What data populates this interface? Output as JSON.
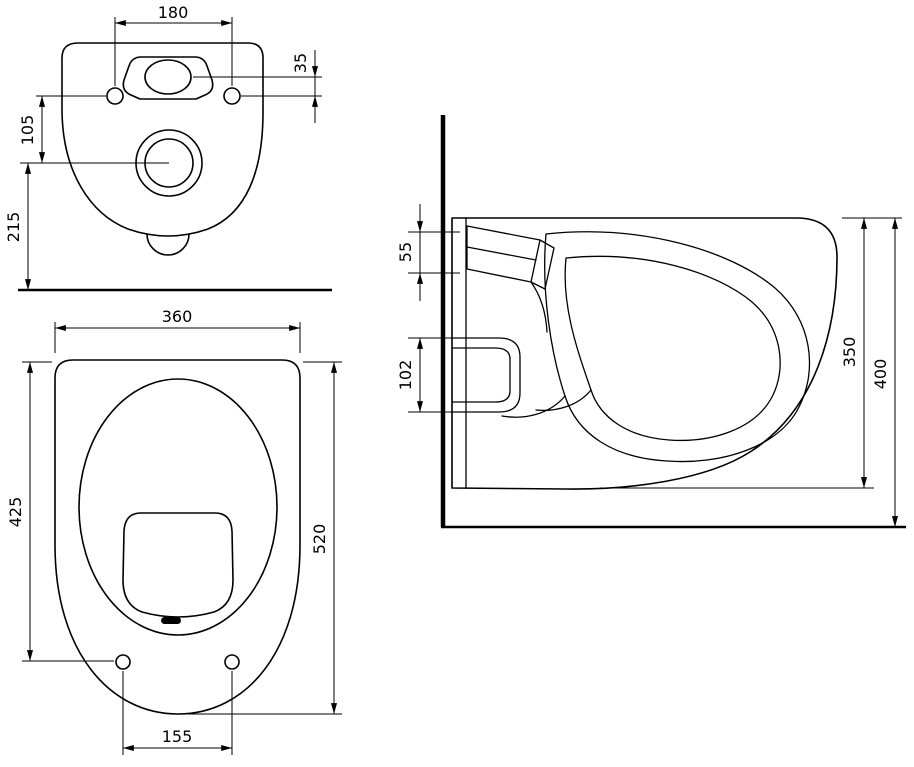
{
  "colors": {
    "line": "#000000",
    "background": "#ffffff"
  },
  "views": {
    "rear": {
      "dims": {
        "hole_spacing": "180",
        "inlet_drop": "35",
        "holes_to_drain": "105",
        "drain_to_floor": "215"
      }
    },
    "top": {
      "dims": {
        "width": "360",
        "inner_length": "425",
        "total_length": "520",
        "seat_hole_spacing": "155"
      }
    },
    "side": {
      "dims": {
        "inlet_offset": "55",
        "outlet_offset": "102",
        "bowl_height": "350",
        "total_height": "400"
      }
    }
  }
}
